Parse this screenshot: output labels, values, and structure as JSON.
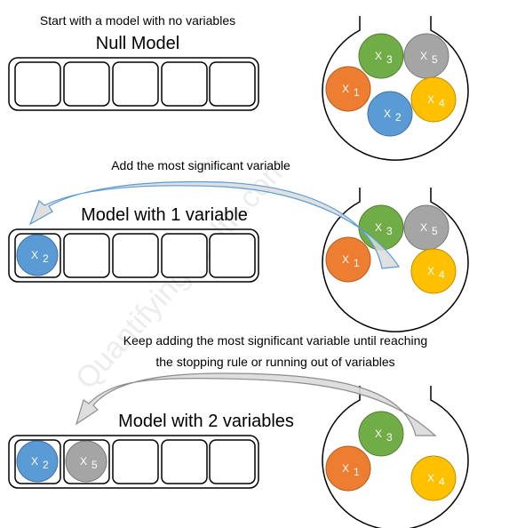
{
  "colors": {
    "x1": "#ED7D31",
    "x2": "#5B9BD5",
    "x3": "#70AD47",
    "x4": "#FFC000",
    "x5": "#A5A5A5",
    "arrow_fill": "#DADADA",
    "arrow_outline_1": "#5B9BD5",
    "arrow_outline_2": "#8C8C8C",
    "stroke": "#000000"
  },
  "watermark": "Quantifyinghealth.com",
  "variables": {
    "x1": {
      "letter": "X",
      "sub": "1"
    },
    "x2": {
      "letter": "X",
      "sub": "2"
    },
    "x3": {
      "letter": "X",
      "sub": "3"
    },
    "x4": {
      "letter": "X",
      "sub": "4"
    },
    "x5": {
      "letter": "X",
      "sub": "5"
    }
  },
  "step1": {
    "caption": "Start with a model with no variables",
    "title": "Null Model"
  },
  "step2": {
    "caption": "Add the most significant variable",
    "title": "Model with 1 variable"
  },
  "step3": {
    "caption_line1": "Keep adding the most significant variable until reaching",
    "caption_line2": "the stopping rule or running out of variables",
    "title": "Model with 2 variables"
  }
}
